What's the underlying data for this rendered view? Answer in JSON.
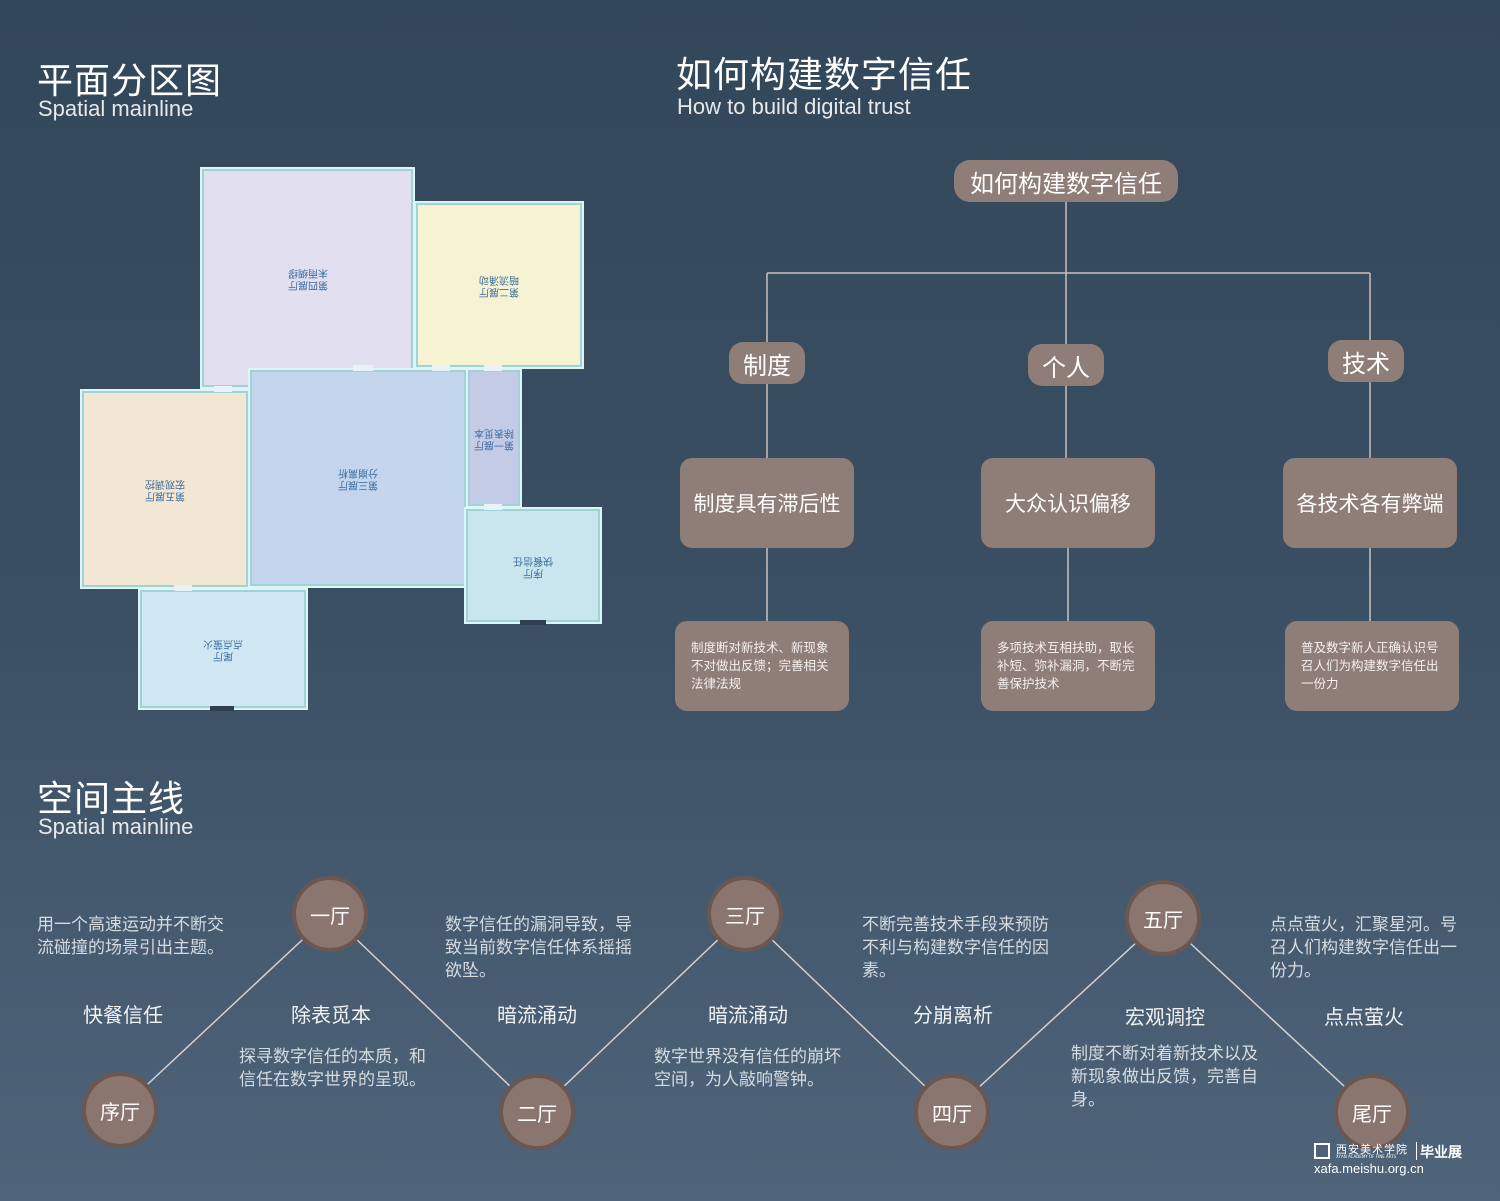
{
  "plan_section": {
    "title": "平面分区图",
    "subtitle": "Spatial mainline"
  },
  "trust_section": {
    "title": "如何构建数字信任",
    "subtitle": "How to build digital trust"
  },
  "mainline_section": {
    "title": "空间主线",
    "subtitle": "Spatial mainline"
  },
  "floor_plan": {
    "rooms": [
      {
        "label": "第四展厅\n未雨绸缪",
        "color": "#e2dff0"
      },
      {
        "label": "第二展厅\n暗流涌动",
        "color": "#f6f3d2"
      },
      {
        "label": "第一展厅\n除表觅本",
        "color": "#c3cbe6"
      },
      {
        "label": "第五展厅\n宏观调控",
        "color": "#f2e6d4"
      },
      {
        "label": "第三展厅\n分崩离析",
        "color": "#c3d6ee"
      },
      {
        "label": "序厅\n快餐信任",
        "color": "#c9e6ef"
      },
      {
        "label": "尾厅\n点点萤火",
        "color": "#cfe8f3"
      }
    ]
  },
  "trust_tree": {
    "root": "如何构建数字信任",
    "branches": [
      {
        "name": "制度",
        "problem": "制度具有滞后性",
        "solution": "制度断对新技术、新现象不对做出反馈；完善相关法律法规"
      },
      {
        "name": "个人",
        "problem": "大众认识偏移",
        "solution": "多项技术互相扶助，取长补短、弥补漏洞，不断完善保护技术"
      },
      {
        "name": "技术",
        "problem": "各技术各有弊端",
        "solution": "普及数字新人正确认识号召人们为构建数字信任出一份力"
      }
    ]
  },
  "timeline": {
    "nodes": [
      "序厅",
      "一厅",
      "二厅",
      "三厅",
      "四厅",
      "五厅",
      "尾厅"
    ],
    "themes": [
      "快餐信任",
      "除表觅本",
      "暗流涌动",
      "暗流涌动",
      "分崩离析",
      "宏观调控",
      "点点萤火"
    ],
    "descriptions": [
      "用一个高速运动并不断交流碰撞的场景引出主题。",
      "探寻数字信任的本质，和信任在数字世界的呈现。",
      "数字信任的漏洞导致，导致当前数字信任体系摇摇欲坠。",
      "数字世界没有信任的崩坏空间，为人敲响警钟。",
      "不断完善技术手段来预防不利与构建数字信任的因素。",
      "制度不断对着新技术以及新现象做出反馈，完善自身。",
      "点点萤火，汇聚星河。号召人们构建数字信任出一份力。"
    ]
  },
  "footer": {
    "academy_name": "西安美术学院",
    "academy_name_en": "XI'AN ACADEMY OF FINE ARTS",
    "exhibition": "毕业展",
    "url": "xafa.meishu.org.cn"
  },
  "colors": {
    "box": "#8f7d77",
    "node": "#8a766f",
    "line": "#c9c0bd"
  }
}
